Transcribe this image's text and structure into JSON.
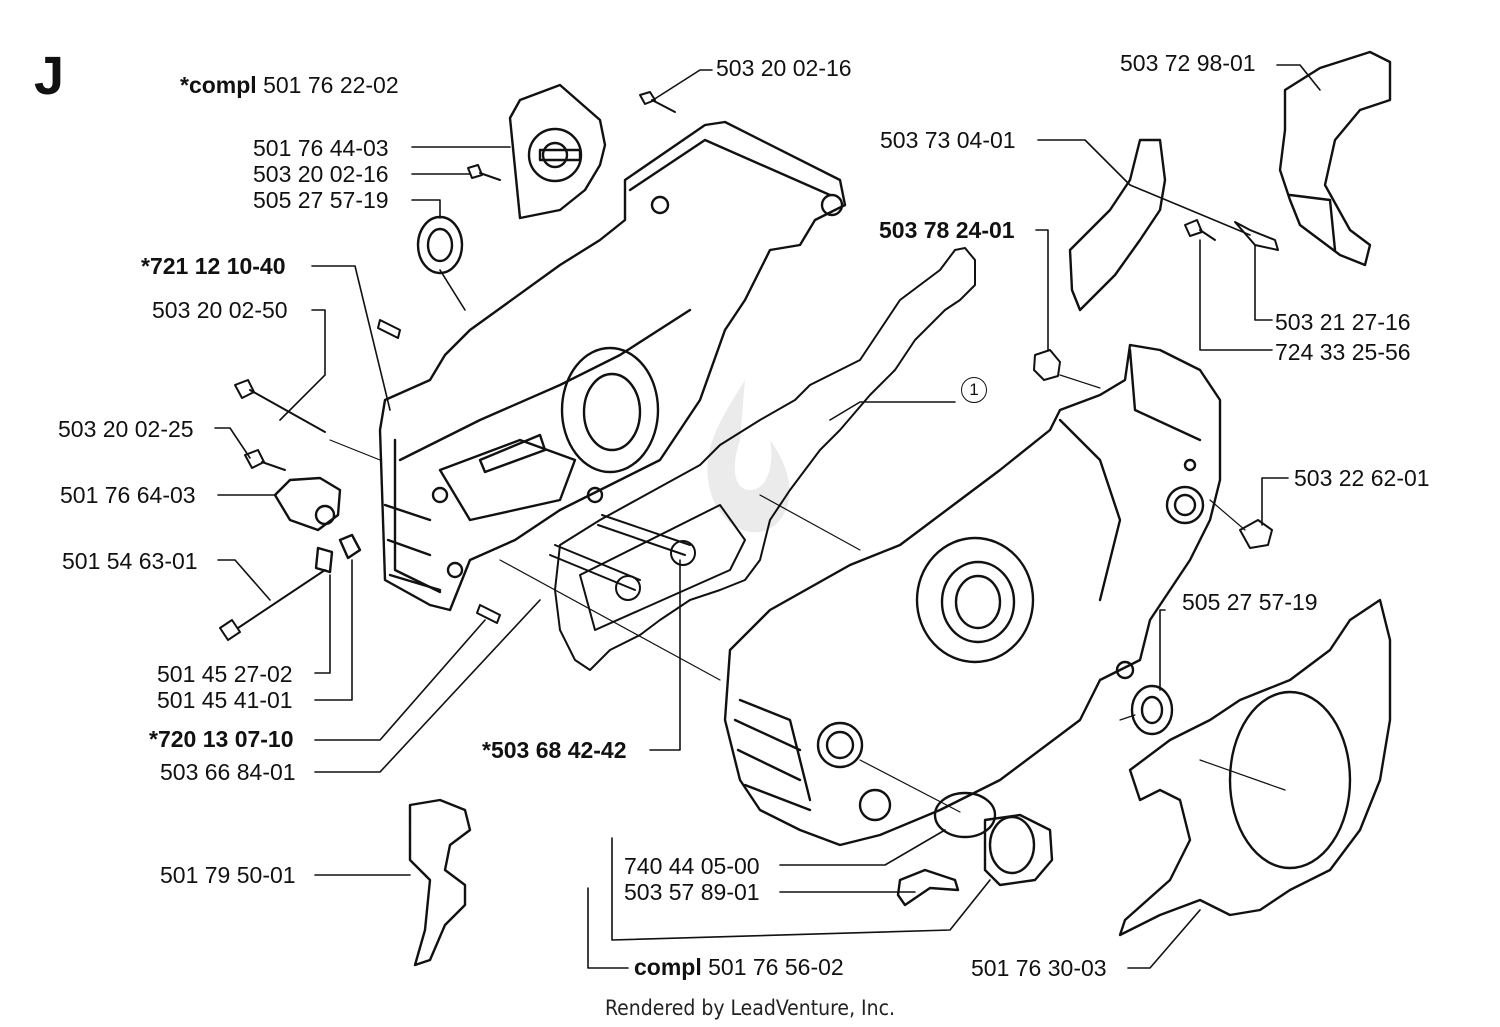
{
  "section_letter": "J",
  "footer": "Rendered by LeadVenture, Inc.",
  "marker": "1",
  "labels": {
    "compl_top": {
      "prefix": "*compl",
      "number": "501 76 22-02"
    },
    "p_503200216_top": "503 20 02-16",
    "p_501764403": "501 76 44-03",
    "p_503200216_mid": "503 20 02-16",
    "p_505275719_a": "505 27 57-19",
    "p_721121040": "*721 12 10-40",
    "p_503200250": "503 20 02-50",
    "p_503200225": "503 20 02-25",
    "p_501766403": "501 76 64-03",
    "p_501546301": "501 54 63-01",
    "p_501452702": "501 45 27-02",
    "p_501454101": "501 45 41-01",
    "p_720130710": "*720 13 07-10",
    "p_503668401": "503 66 84-01",
    "p_501795001": "501 79 50-01",
    "p_503684242": "*503 68 42-42",
    "p_740440500": "740 44 05-00",
    "p_503578901": "503 57 89-01",
    "compl_bottom": {
      "prefix": "compl",
      "number": "501 76 56-02"
    },
    "p_501763003": "501 76 30-03",
    "p_505275719_b": "505 27 57-19",
    "p_503226201": "503 22 62-01",
    "p_503782401": "503 78 24-01",
    "p_503730401": "503 73 04-01",
    "p_503729801": "503 72 98-01",
    "p_503212716": "503 21 27-16",
    "p_724332556": "724 33 25-56"
  }
}
